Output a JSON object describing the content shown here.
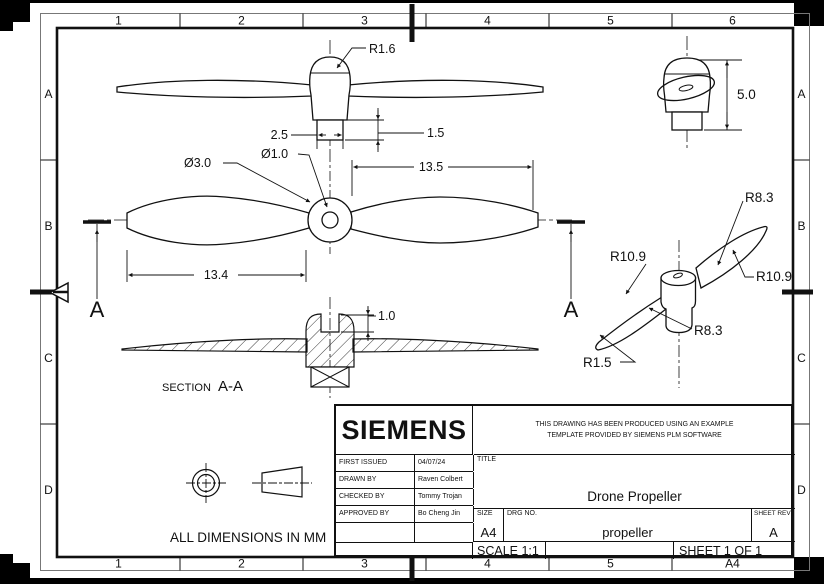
{
  "colors": {
    "ink": "#111111",
    "paper": "#ffffff"
  },
  "grid": {
    "top": [
      "1",
      "2",
      "3",
      "4",
      "5",
      "6"
    ],
    "bottom": [
      "1",
      "2",
      "3",
      "4",
      "5",
      "A4"
    ],
    "left": [
      "A",
      "B",
      "C",
      "D"
    ],
    "right": [
      "A",
      "B",
      "C",
      "D"
    ]
  },
  "dims": {
    "front_hub_radius": "R1.6",
    "front_boss_width": "2.5",
    "front_boss_height": "1.5",
    "plan_hub_dia": "Ø3.0",
    "plan_bore_dia": "Ø1.0",
    "plan_right_blade_len": "13.5",
    "plan_left_blade_len": "13.4",
    "section_hole_depth": "1.0",
    "side_height": "5.0",
    "iso_r_top": "R8.3",
    "iso_r_left": "R10.9",
    "iso_r_right": "R10.9",
    "iso_r_bottom": "R8.3",
    "iso_r_tip": "R1.5"
  },
  "section_marks": {
    "left": "A",
    "right": "A"
  },
  "captions": {
    "section_prefix": "SECTION",
    "section_name": "A-A",
    "units_note": "ALL DIMENSIONS IN MM"
  },
  "title_block": {
    "logo": "SIEMENS",
    "disclaimer_line1": "THIS DRAWING HAS BEEN PRODUCED USING AN EXAMPLE",
    "disclaimer_line2": "TEMPLATE PROVIDED BY SIEMENS PLM SOFTWARE",
    "rows": [
      {
        "label": "FIRST ISSUED",
        "value": "04/07/24"
      },
      {
        "label": "DRAWN BY",
        "value": "Raven Colbert"
      },
      {
        "label": "CHECKED BY",
        "value": "Tommy Trojan"
      },
      {
        "label": "APPROVED BY",
        "value": "Bo Cheng Jin"
      }
    ],
    "title_label": "TITLE",
    "title": "Drone Propeller",
    "size_label": "SIZE",
    "size": "A4",
    "drg_label": "DRG NO.",
    "drg_no": "propeller",
    "rev_label": "SHEET REV",
    "rev": "A",
    "scale": "SCALE 1:1",
    "sheet": "SHEET 1 OF 1"
  }
}
